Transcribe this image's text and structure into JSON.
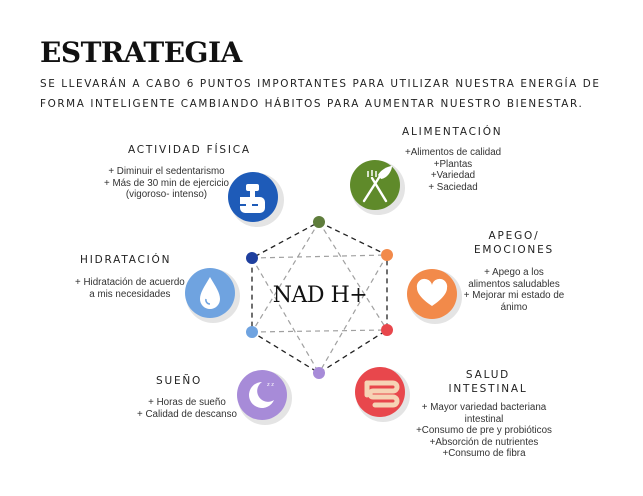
{
  "title": "ESTRATEGIA",
  "subtitle": "SE LLEVARÁN A CABO 6 PUNTOS IMPORTANTES PARA UTILIZAR NUESTRA ENERGÍA DE FORMA INTELIGENTE CAMBIANDO HÁBITOS PARA AUMENTAR NUESTRO BIENESTAR.",
  "center": "NAD H+",
  "sections": {
    "actividad": {
      "heading": "ACTIVIDAD FÍSICA",
      "lines": [
        "+ Diminuir el sedentarismo",
        "+ Más de 30 min de ejercicio",
        "(vigoroso- intenso)"
      ],
      "icon": "dumbbell-icon",
      "color": "#1e5bb8"
    },
    "hidratacion": {
      "heading": "HIDRATACIÓN",
      "lines": [
        "+ Hidratación de acuerdo",
        "a mis necesidades"
      ],
      "icon": "water-drop-icon",
      "color": "#6fa3e0"
    },
    "sueno": {
      "heading": "SUEÑO",
      "lines": [
        "+ Horas de sueño",
        "+ Calidad de descanso"
      ],
      "icon": "moon-icon",
      "color": "#a78bd8"
    },
    "alimentacion": {
      "heading": "ALIMENTACIÓN",
      "lines": [
        "+Alimentos de calidad",
        "+Plantas",
        "+Variedad",
        "+ Saciedad"
      ],
      "icon": "fork-leaf-icon",
      "color": "#5f8a2a"
    },
    "apego": {
      "heading": [
        "APEGO/",
        "EMOCIONES"
      ],
      "lines": [
        "+ Apego a los",
        "alimentos saludables",
        "+ Mejorar mi estado de",
        "ánimo"
      ],
      "icon": "heart-icon",
      "color": "#f28a4a"
    },
    "salud": {
      "heading": [
        "SALUD",
        "INTESTINAL"
      ],
      "lines": [
        "+ Mayor variedad bacteriana",
        "intestinal",
        "+Consumo de pre y probióticos",
        "+Absorción de nutrientes",
        "+Consumo de fibra"
      ],
      "icon": "intestine-icon",
      "color": "#e8474c"
    }
  }
}
